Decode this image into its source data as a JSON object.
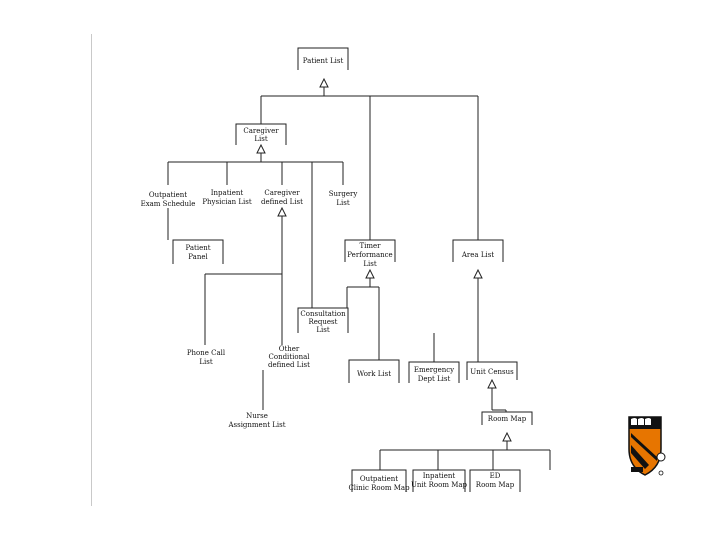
{
  "nodes": {
    "patient_list": "Patient List",
    "caregiver_list": [
      "Caregiver",
      "List"
    ],
    "outpatient_exam_schedule": [
      "Outpatient",
      "Exam Schedule"
    ],
    "inpatient_physician_list": [
      "Inpatient",
      "Physician List"
    ],
    "caregiver_defined_list": [
      "Caregiver",
      "defined List"
    ],
    "surgery_list": [
      "Surgery",
      "List"
    ],
    "patient_panel": [
      "Patient",
      "Panel"
    ],
    "timer_performance_list": [
      "Timer",
      "Performance",
      "List"
    ],
    "area_list": "Area List",
    "consultation_request_list": [
      "Consultation",
      "Request",
      "List"
    ],
    "phone_call_list": [
      "Phone Call",
      "List"
    ],
    "other_conditional_defined_list": [
      "Other",
      "Conditional",
      "defined List"
    ],
    "work_list": "Work List",
    "emergency_dept_list": [
      "Emergency",
      "Dept List"
    ],
    "unit_census": "Unit Census",
    "nurse_assignment_list": [
      "Nurse",
      "Assignment List"
    ],
    "room_map": "Room Map",
    "outpatient_clinic_room_map": [
      "Outpatient",
      "Clinic Room Map"
    ],
    "inpatient_unit_room_map": [
      "Inpatient",
      "Unit Room Map"
    ],
    "ed_room_map": [
      "ED",
      "Room Map"
    ]
  },
  "logo": {
    "name": "princeton-shield"
  }
}
